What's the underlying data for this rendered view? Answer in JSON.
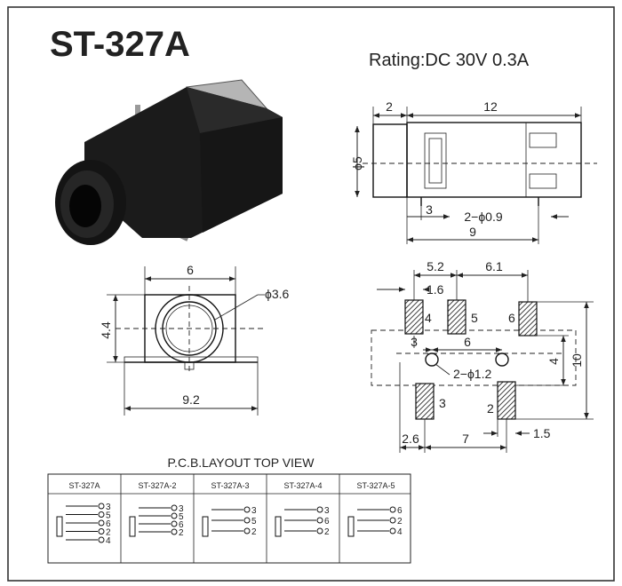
{
  "header": {
    "model": "ST-327A",
    "rating": "Rating:DC 30V 0.3A"
  },
  "side_view": {
    "dim_front": "2",
    "dim_length": "12",
    "dim_dia": "ϕ5",
    "dim_pin_off": "3",
    "dim_pin": "2−ϕ0.9",
    "dim_pin_span": "9"
  },
  "front_view": {
    "dim_width": "6",
    "dim_height": "4.4",
    "dim_bore": "ϕ3.6",
    "dim_base": "9.2"
  },
  "pcb_view": {
    "dim_a": "5.2",
    "dim_b": "6.1",
    "dim_c": "1.6",
    "dim_hole_off": "3",
    "dim_hole_span": "6",
    "dim_holes": "2−ϕ1.2",
    "dim_hole_v": "4",
    "dim_height": "10",
    "dim_left": "2.6",
    "dim_bottom": "7",
    "dim_pad": "1.5",
    "pad_labels": [
      "4",
      "5",
      "6",
      "3",
      "2"
    ]
  },
  "pcb_layout": {
    "title": "P.C.B.LAYOUT TOP VIEW",
    "variants": [
      {
        "name": "ST-327A",
        "pins": [
          "3",
          "5",
          "6",
          "2",
          "4"
        ]
      },
      {
        "name": "ST-327A-2",
        "pins": [
          "3",
          "5",
          "6",
          "2"
        ]
      },
      {
        "name": "ST-327A-3",
        "pins": [
          "3",
          "5",
          "2"
        ]
      },
      {
        "name": "ST-327A-4",
        "pins": [
          "3",
          "6",
          "2"
        ]
      },
      {
        "name": "ST-327A-5",
        "pins": [
          "6",
          "2",
          "4"
        ]
      }
    ]
  }
}
